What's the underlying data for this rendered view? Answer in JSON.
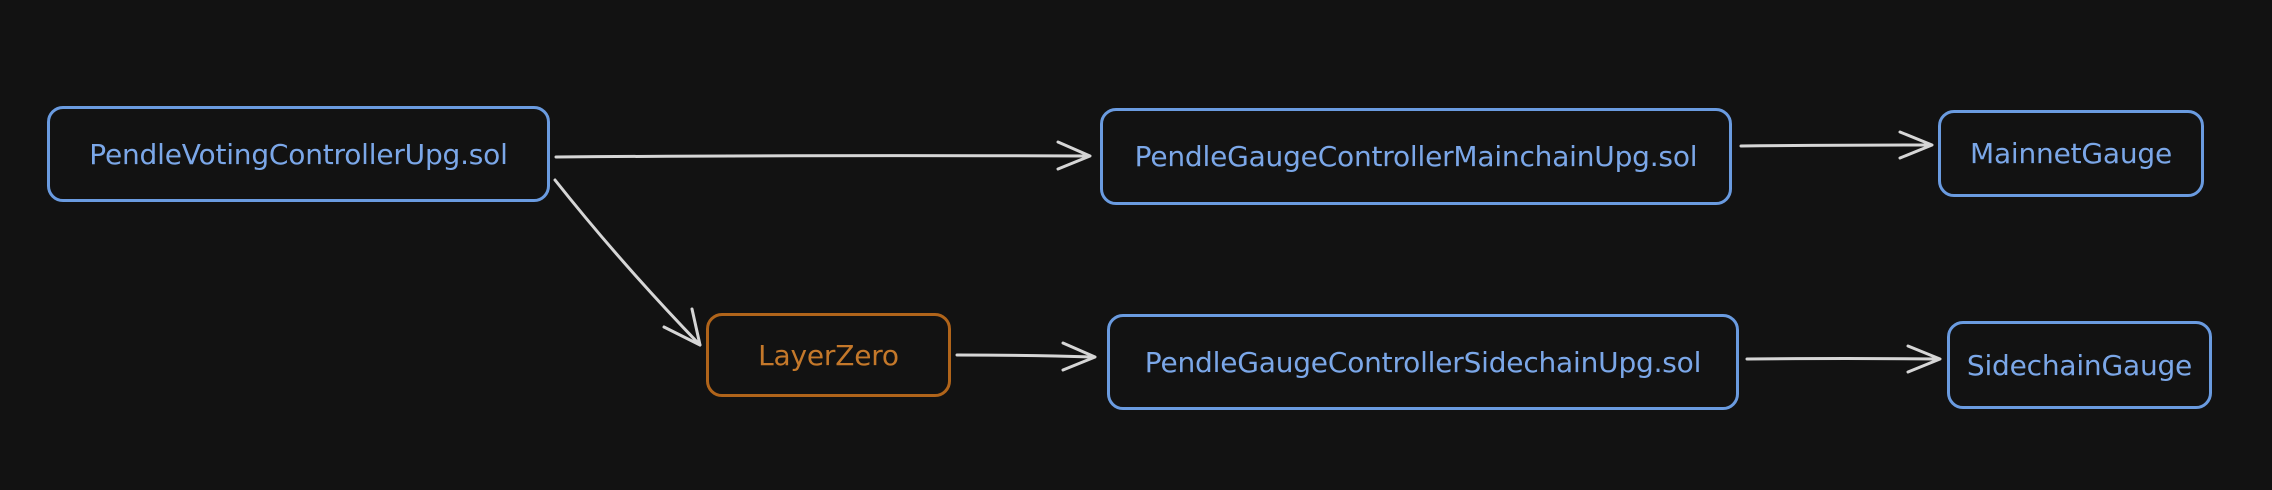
{
  "diagram": {
    "nodes": {
      "voting_controller": {
        "label": "PendleVotingControllerUpg.sol",
        "color": "#7ba7e8"
      },
      "layerzero": {
        "label": "LayerZero",
        "color": "#c4782a"
      },
      "mainchain_controller": {
        "label": "PendleGaugeControllerMainchainUpg.sol",
        "color": "#7ba7e8"
      },
      "sidechain_controller": {
        "label": "PendleGaugeControllerSidechainUpg.sol",
        "color": "#7ba7e8"
      },
      "mainnet_gauge": {
        "label": "MainnetGauge",
        "color": "#7ba7e8"
      },
      "sidechain_gauge": {
        "label": "SidechainGauge",
        "color": "#7ba7e8"
      }
    },
    "edges": [
      {
        "from": "voting_controller",
        "to": "mainchain_controller"
      },
      {
        "from": "voting_controller",
        "to": "layerzero"
      },
      {
        "from": "layerzero",
        "to": "sidechain_controller"
      },
      {
        "from": "mainchain_controller",
        "to": "mainnet_gauge"
      },
      {
        "from": "sidechain_controller",
        "to": "sidechain_gauge"
      }
    ],
    "background": "#121212",
    "edge_color": "#d6d6d6"
  }
}
